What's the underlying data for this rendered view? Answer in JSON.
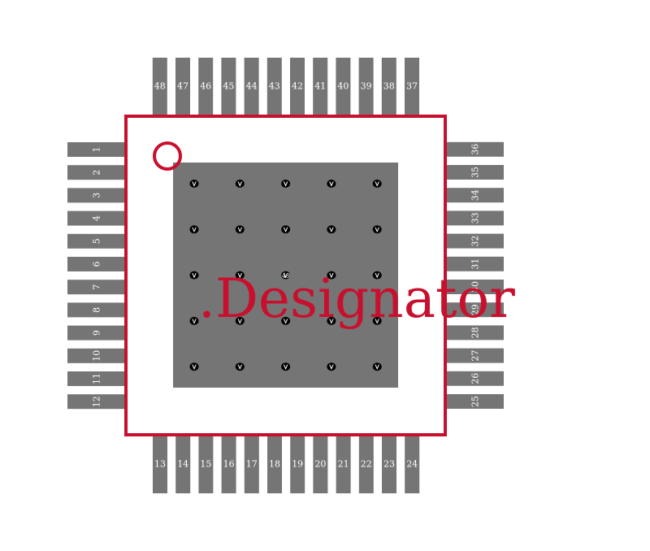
{
  "colors": {
    "pad": "#757575",
    "pad_text": "#ffffff",
    "outline": "#c8102e",
    "thermal_pad": "#757575",
    "via": "#000000",
    "background": "#ffffff"
  },
  "footprint": {
    "designator": ".Designator",
    "thermal_pad_number": "49",
    "via_grid": {
      "rows": 5,
      "cols": 5
    },
    "pins_left": [
      "1",
      "2",
      "3",
      "4",
      "5",
      "6",
      "7",
      "8",
      "9",
      "10",
      "11",
      "12"
    ],
    "pins_bottom": [
      "13",
      "14",
      "15",
      "16",
      "17",
      "18",
      "19",
      "20",
      "21",
      "22",
      "23",
      "24"
    ],
    "pins_right": [
      "25",
      "26",
      "27",
      "28",
      "29",
      "30",
      "31",
      "32",
      "33",
      "34",
      "35",
      "36"
    ],
    "pins_top": [
      "37",
      "38",
      "39",
      "40",
      "41",
      "42",
      "43",
      "44",
      "45",
      "46",
      "47",
      "48"
    ]
  }
}
